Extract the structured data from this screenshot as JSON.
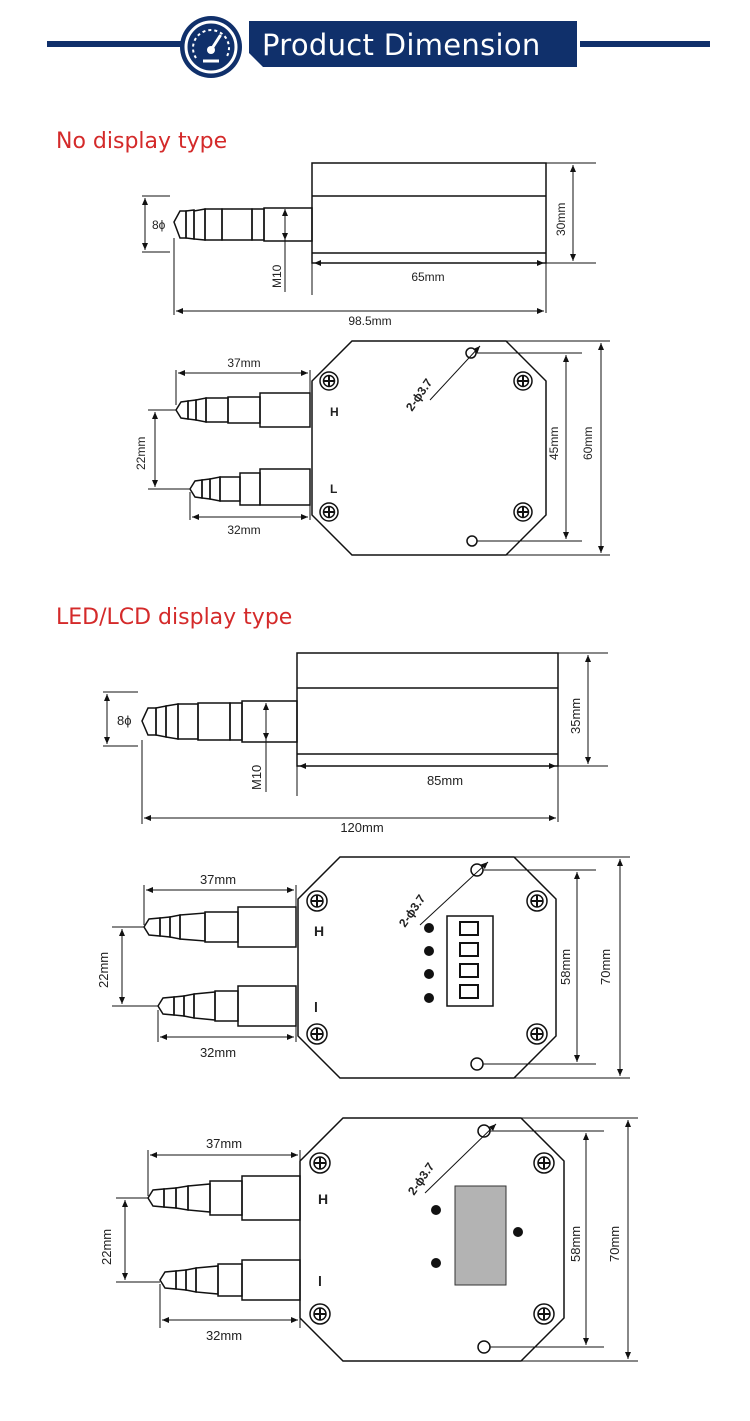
{
  "header": {
    "title": "Product Dimension"
  },
  "sections": {
    "no_display": {
      "title": "No display type"
    },
    "display": {
      "title": "LED/LCD display type"
    }
  },
  "diagram1": {
    "fitting_dia": "8ϕ",
    "thread": "M10",
    "height": "30mm",
    "body_length": "65mm",
    "total_length": "98.5mm"
  },
  "diagram2": {
    "len_h": "37mm",
    "len_l": "32mm",
    "spacing": "22mm",
    "hole": "2-ϕ3.7",
    "port_h": "H",
    "port_l": "L",
    "inner_h": "45mm",
    "outer_h": "60mm"
  },
  "diagram3": {
    "fitting_dia": "8ϕ",
    "thread": "M10",
    "height": "35mm",
    "body_length": "85mm",
    "total_length": "120mm"
  },
  "diagram4": {
    "len_h": "37mm",
    "len_l": "32mm",
    "spacing": "22mm",
    "hole": "2-ϕ3.7",
    "port_h": "H",
    "port_l": "l",
    "inner_h": "58mm",
    "outer_h": "70mm"
  },
  "diagram5": {
    "len_h": "37mm",
    "len_l": "32mm",
    "spacing": "22mm",
    "hole": "2-ϕ3.7",
    "port_h": "H",
    "port_l": "l",
    "inner_h": "58mm",
    "outer_h": "70mm"
  },
  "colors": {
    "navy": "#10306b",
    "red": "#d42a2a",
    "line": "#111111",
    "lcd": "#b3b3b3"
  }
}
